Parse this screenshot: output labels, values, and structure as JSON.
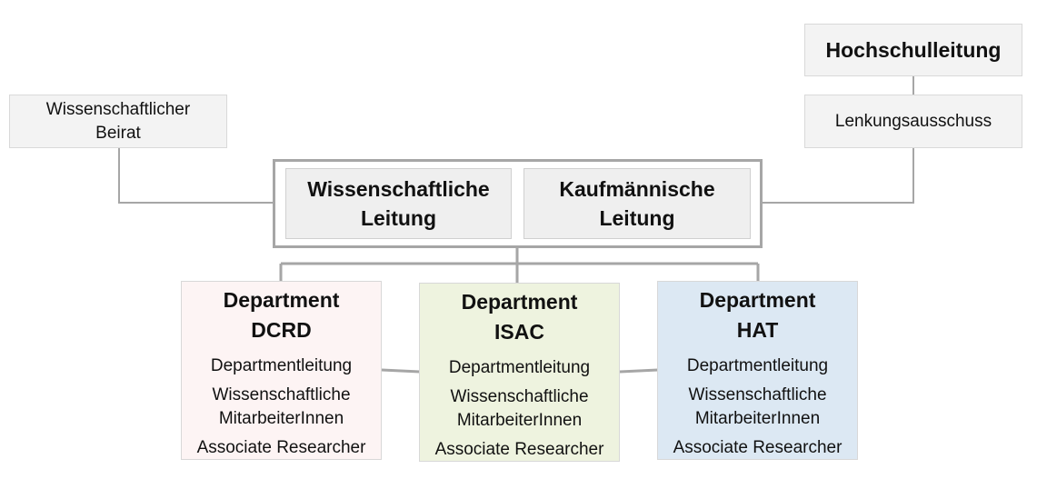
{
  "hochschulleitung": "Hochschulleitung",
  "lenkungsausschuss": "Lenkungsausschuss",
  "beirat": {
    "line1": "Wissenschaftlicher",
    "line2": "Beirat"
  },
  "leitung": {
    "wiss": {
      "line1": "Wissenschaftliche",
      "line2": "Leitung"
    },
    "kauf": {
      "line1": "Kaufmännische",
      "line2": "Leitung"
    }
  },
  "departments": [
    {
      "title1": "Department",
      "title2": "DCRD",
      "items": [
        "Departmentleitung",
        "Wissenschaftliche",
        "MitarbeiterInnen",
        "Associate Researcher"
      ],
      "color": "#fdf4f4"
    },
    {
      "title1": "Department",
      "title2": "ISAC",
      "items": [
        "Departmentleitung",
        "Wissenschaftliche",
        "MitarbeiterInnen",
        "Associate Researcher"
      ],
      "color": "#eef3df"
    },
    {
      "title1": "Department",
      "title2": "HAT",
      "items": [
        "Departmentleitung",
        "Wissenschaftliche",
        "MitarbeiterInnen",
        "Associate Researcher"
      ],
      "color": "#dce8f3"
    }
  ],
  "colors": {
    "connector": "#a6a6a6",
    "box_fill": "#f3f3f3",
    "box_border": "#d9d9d9"
  }
}
